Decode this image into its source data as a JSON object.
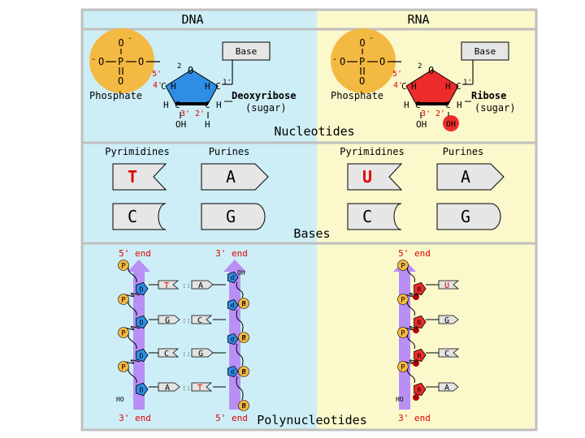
{
  "colors": {
    "dna_bg": "#cdeef6",
    "rna_bg": "#fbf8cc",
    "border": "#c9c9c9",
    "phosphate": "#f4b942",
    "dna_sugar": "#2f8de4",
    "rna_sugar": "#ee2b2b",
    "purple": "#b98ff5",
    "base_fill": "#e3e3e3",
    "highlight_red": "#e00000"
  },
  "headers": {
    "dna": "DNA",
    "rna": "RNA"
  },
  "nucleotides": {
    "caption": "Nucleotides",
    "phosphate": {
      "o_top": "O",
      "o_left": "O",
      "p": "P",
      "o_right": "O",
      "o_bottom": "O",
      "minus": "-",
      "label": "Phosphate"
    },
    "ring": {
      "ch2": "CH",
      "sub2": "2",
      "o": "O",
      "five": "5'",
      "four": "4'",
      "one": "1'",
      "three": "3'",
      "two": "2'",
      "c": "C",
      "h": "H",
      "oh": "OH"
    },
    "base_box": "Base",
    "dna_sugar_name": "Deoxyribose",
    "rna_sugar_name": "Ribose",
    "sugar_word": "(sugar)"
  },
  "bases": {
    "caption": "Bases",
    "dna": {
      "pyrimidines": "Pyrimidines",
      "purines": "Purines",
      "pyr1": "T",
      "pyr2": "C",
      "pur1": "A",
      "pur2": "G"
    },
    "rna": {
      "pyrimidines": "Pyrimidines",
      "purines": "Purines",
      "pyr1": "U",
      "pyr2": "C",
      "pur1": "A",
      "pur2": "G"
    }
  },
  "poly": {
    "caption": "Polynucleotides",
    "five_end": "5' end",
    "three_end": "3' end",
    "p": "P",
    "d": "D",
    "d_small": "d",
    "r": "R",
    "oh": "OH",
    "ho": "HO",
    "dna_left_bases": [
      "T",
      "G",
      "C",
      "A"
    ],
    "dna_right_bases": [
      "A",
      "C",
      "G",
      "T"
    ],
    "rna_bases": [
      "U",
      "G",
      "C",
      "A"
    ]
  }
}
